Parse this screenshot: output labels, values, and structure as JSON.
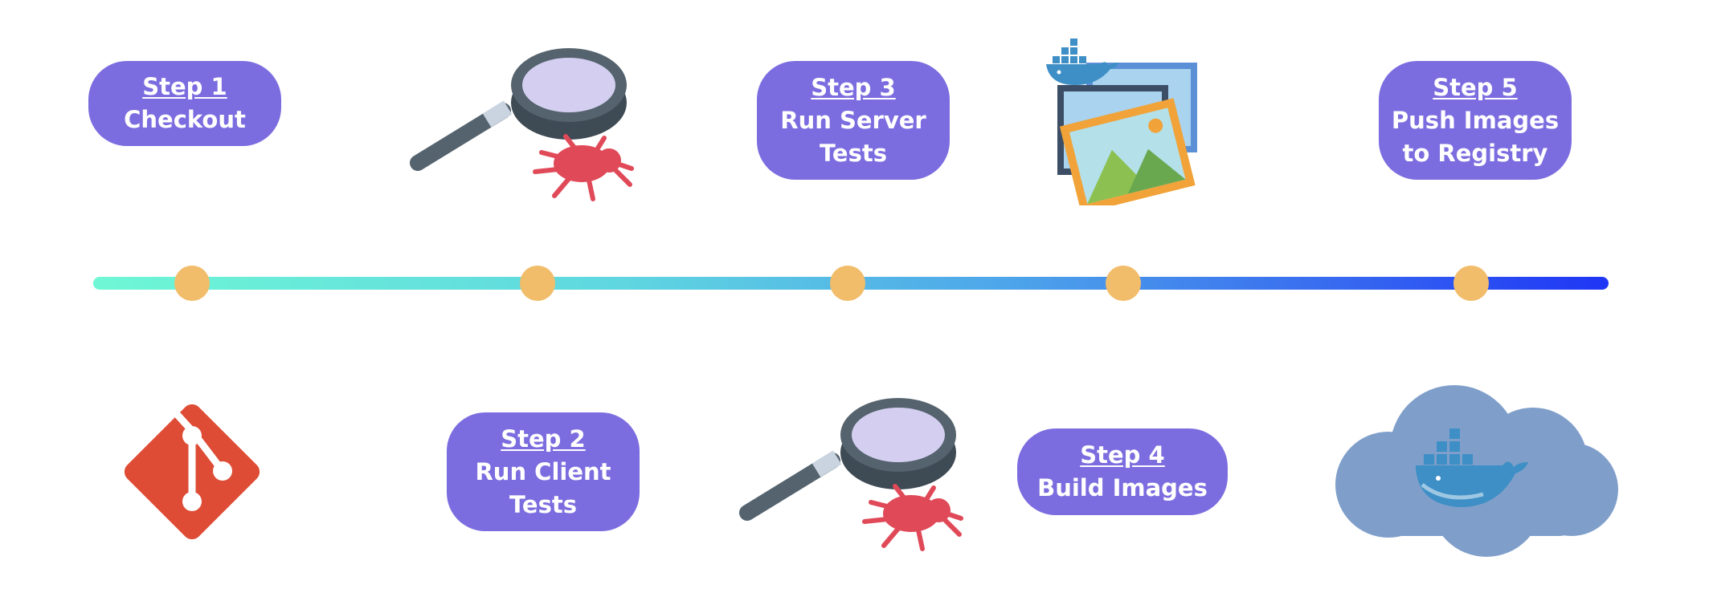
{
  "steps": [
    {
      "step": "Step 1",
      "label": "Checkout"
    },
    {
      "step": "Step 2",
      "label": "Run Client\nTests"
    },
    {
      "step": "Step 3",
      "label": "Run Server\nTests"
    },
    {
      "step": "Step 4",
      "label": "Build Images"
    },
    {
      "step": "Step 5",
      "label": "Push Images\nto Registry"
    }
  ],
  "icons": [
    {
      "name": "git-icon"
    },
    {
      "name": "magnifier-bug-icon"
    },
    {
      "name": "magnifier-bug-icon"
    },
    {
      "name": "docker-images-icon"
    },
    {
      "name": "docker-cloud-icon"
    }
  ],
  "colors": {
    "pill": "#7b6ddf",
    "dot": "#f2bd6b",
    "timeline_start": "#6ef7d5",
    "timeline_end": "#1f35f5"
  }
}
